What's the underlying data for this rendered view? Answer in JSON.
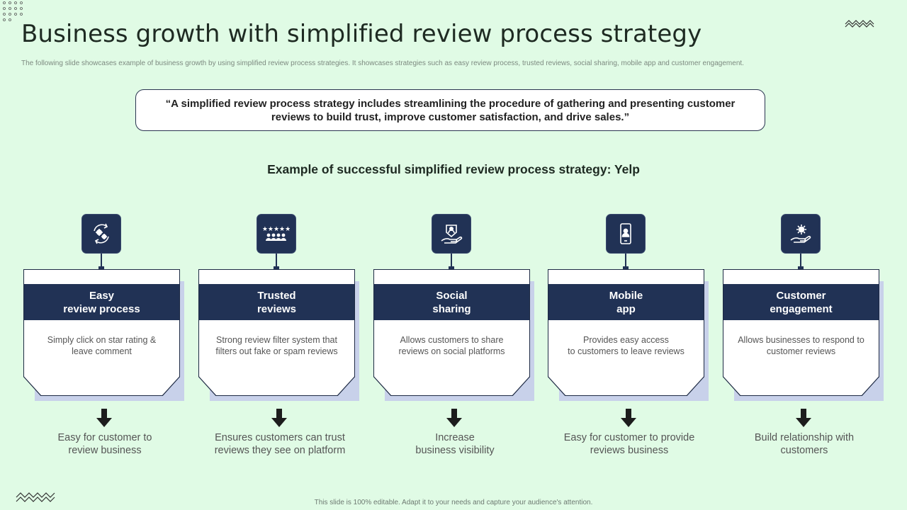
{
  "slide": {
    "title": "Business growth with simplified review process strategy",
    "subtitle": "The following slide showcases example of business growth by using simplified review process strategies. It showcases strategies such as easy review process, trusted reviews, social sharing, mobile app and customer engagement.",
    "quote": "“A simplified review process strategy includes streamlining the procedure of gathering and presenting customer reviews to build trust,  improve customer satisfaction, and drive sales.”",
    "example_heading": "Example of successful simplified review process strategy: Yelp",
    "footer": "This slide is 100% editable.  Adapt it to your needs and capture your audience's attention."
  },
  "colors": {
    "background": "#e0fbe5",
    "navy": "#213255",
    "shadow": "#c8d1ea"
  },
  "cards": [
    {
      "icon": "cycle-gears-icon",
      "title": "Easy\nreview process",
      "description": "Simply click on star rating &\nleave comment",
      "outcome": "Easy for customer to\nreview business"
    },
    {
      "icon": "stars-people-icon",
      "title": "Trusted\nreviews",
      "description": "Strong review filter system that\nfilters out fake or spam reviews",
      "outcome": "Ensures customers can trust\nreviews they see on platform"
    },
    {
      "icon": "hand-share-icon",
      "title": "Social\nsharing",
      "description": "Allows customers to share\nreviews  on social platforms",
      "outcome": "Increase\nbusiness visibility"
    },
    {
      "icon": "mobile-user-icon",
      "title": "Mobile\napp",
      "description": "Provides easy access\nto customers to leave  reviews",
      "outcome": "Easy for customer to provide\nreviews business"
    },
    {
      "icon": "hand-gear-icon",
      "title": "Customer\nengagement",
      "description": "Allows businesses to respond to\ncustomer reviews",
      "outcome": "Build relationship with\ncustomers"
    }
  ]
}
